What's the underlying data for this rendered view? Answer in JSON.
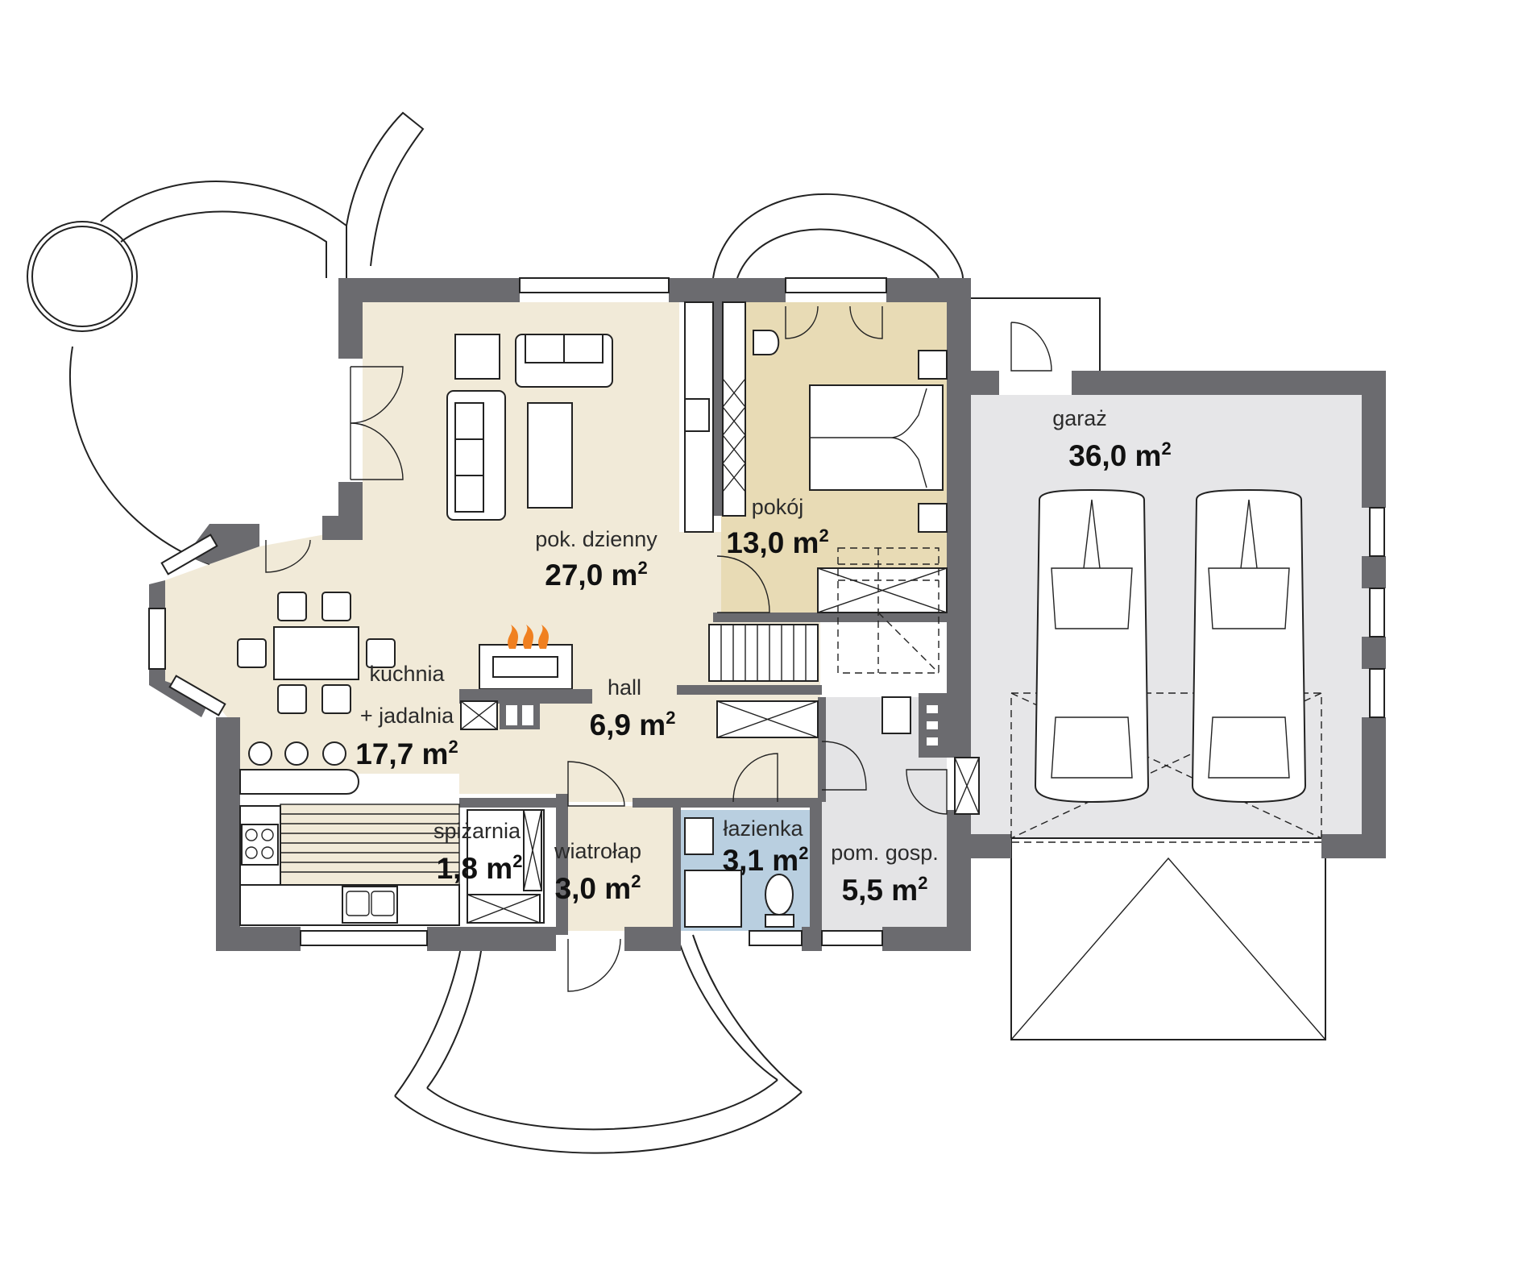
{
  "colors": {
    "wall": "#6b6b6f",
    "living_floor": "#f1ead8",
    "bedroom_floor": "#e8dbb5",
    "garage_floor": "#e6e6e8",
    "bathroom_tile": "#b9cfe0",
    "utility_floor": "#e4e4e6",
    "fireplace_flame": "#f08020"
  },
  "icons": {
    "fireplace": "fireplace-icon",
    "car": "car-icon",
    "stove": "stove-icon",
    "sink": "sink-icon",
    "toilet": "toilet-icon",
    "bed": "bed-icon",
    "sofa": "sofa-icon"
  },
  "rooms": [
    {
      "id": "pokoj_dzienny",
      "name": "pok. dzienny",
      "area": "27,0 m",
      "unit_sup": "2"
    },
    {
      "id": "pokoj",
      "name": "pokój",
      "area": "13,0 m",
      "unit_sup": "2"
    },
    {
      "id": "garaz",
      "name": "garaż",
      "area": "36,0 m",
      "unit_sup": "2"
    },
    {
      "id": "kuchnia",
      "name_line1": "kuchnia",
      "name_line2": "+ jadalnia",
      "area": "17,7 m",
      "unit_sup": "2"
    },
    {
      "id": "hall",
      "name": "hall",
      "area": "6,9 m",
      "unit_sup": "2"
    },
    {
      "id": "spizarnia",
      "name": "spiżarnia",
      "area": "1,8 m",
      "unit_sup": "2"
    },
    {
      "id": "wiatrolap",
      "name": "wiatrołap",
      "area": "3,0 m",
      "unit_sup": "2"
    },
    {
      "id": "lazienka",
      "name": "łazienka",
      "area": "3,1 m",
      "unit_sup": "2"
    },
    {
      "id": "pom_gosp",
      "name": "pom. gosp.",
      "area": "5,5 m",
      "unit_sup": "2"
    }
  ]
}
